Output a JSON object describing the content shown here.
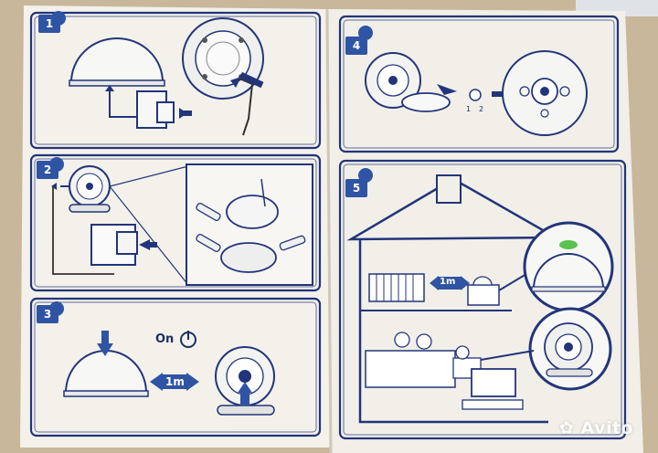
{
  "steps": [
    "1",
    "2",
    "3",
    "4",
    "5"
  ],
  "step3": {
    "power_label": "On",
    "distance": "1m"
  },
  "step4": {
    "switch_positions": [
      "1",
      "2"
    ]
  },
  "step5": {
    "distance": "1m"
  },
  "watermark": "Avito",
  "colors": {
    "ink": "#1e2f66",
    "paper": "#f4f2ec",
    "background": "#c9b79c",
    "accent": "#2f54a3",
    "indicator": "#5bc24f"
  }
}
